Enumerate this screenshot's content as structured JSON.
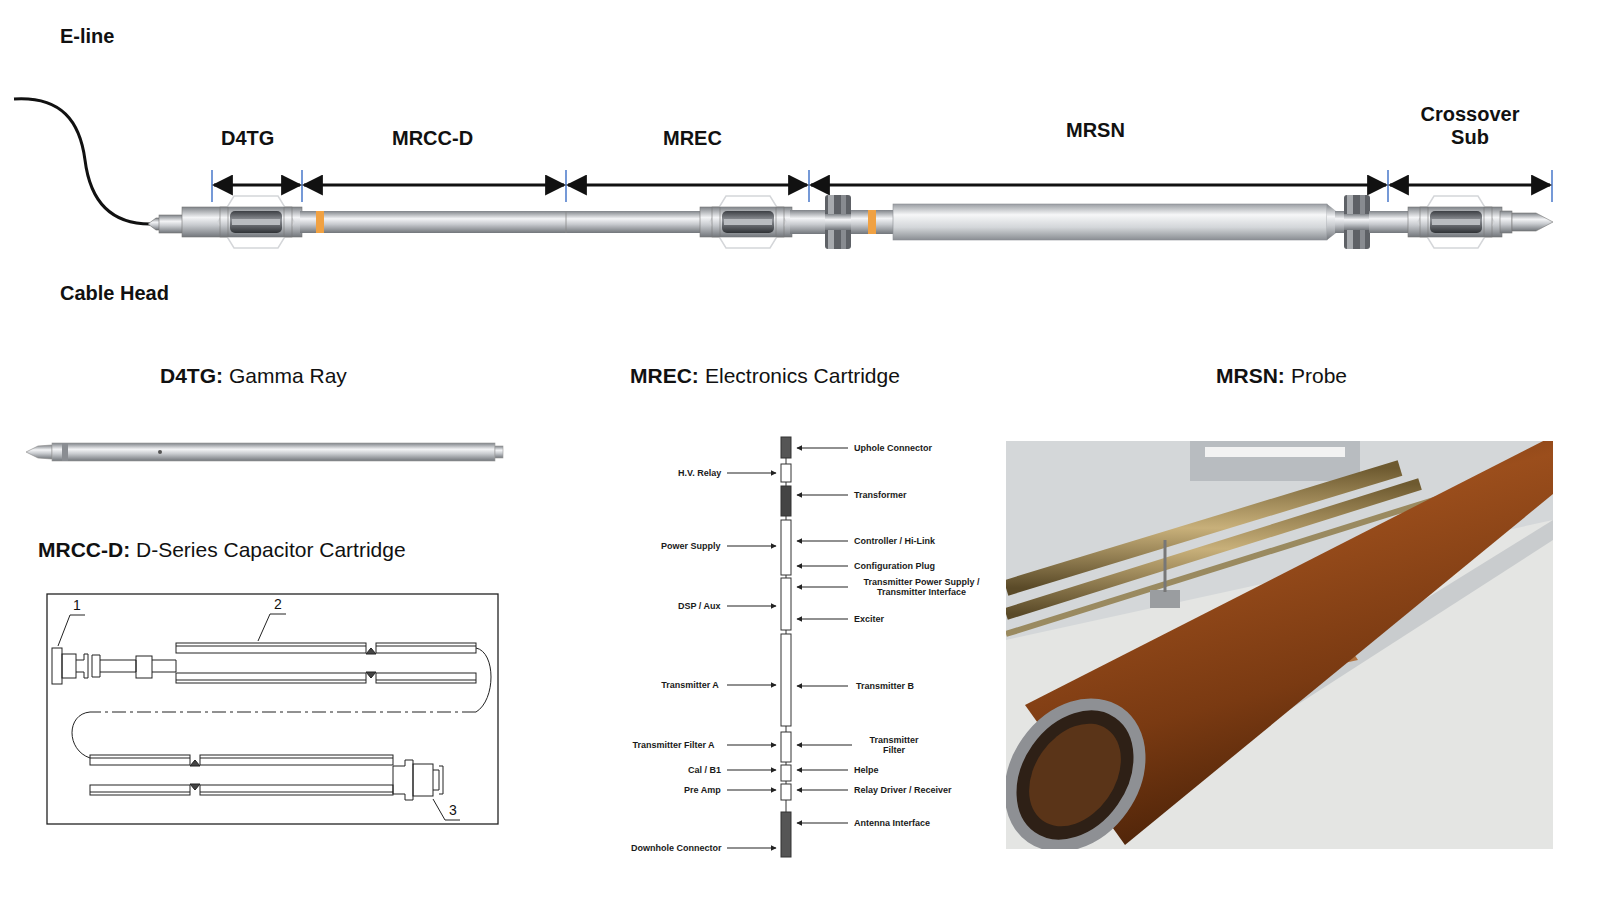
{
  "diagram": {
    "labels": [
      "E-line",
      "D4TG",
      "MRCC-D",
      "MREC",
      "MRSN",
      "Crossover Sub",
      "Cable Head",
      "D4TG:",
      "Gamma Ray",
      "MREC:",
      "Electronics Cartridge",
      "MRSN:",
      "Probe",
      "MRCC-D:",
      "D-Series Capacitor Cartridge",
      "1",
      "2",
      "Uphole Connector",
      "H.V. Relay",
      "Transformer",
      "Controller / Hi-Link",
      "Power Supply",
      "Configuration Plug",
      "Transmitter Power Supply / Transmitter Interface",
      "DSP / Aux",
      "Exciter",
      "Transmitter A",
      "Transmitter B",
      "Transmitter Filter A",
      "Transmitter Filter",
      "Cal / B1",
      "Helpe",
      "Pre Amp",
      "Relay Driver / Receiver",
      "Antenna Interface",
      "3",
      "Downhole Connector"
    ]
  }
}
